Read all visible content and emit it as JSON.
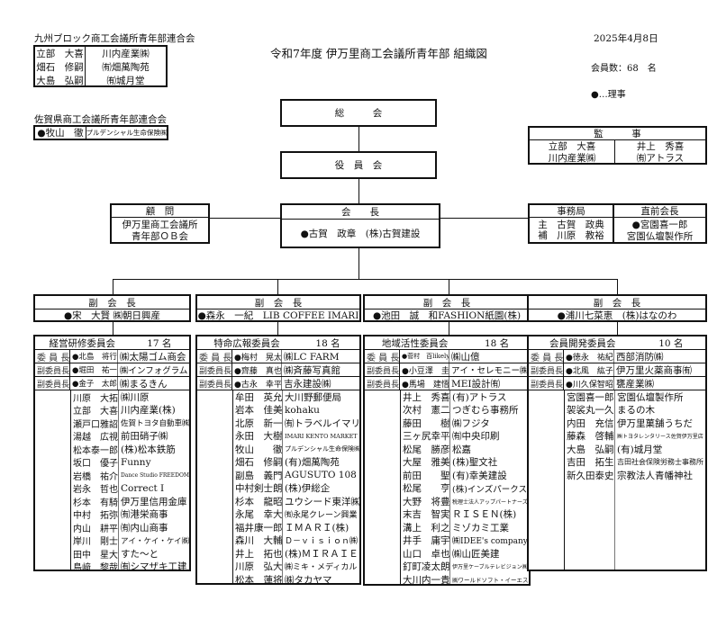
{
  "kyushu": {
    "title": "九州ブロック商工会議所青年部連合会",
    "rows": [
      {
        "name": "立部　大喜",
        "company": "川内産業㈱"
      },
      {
        "name": "畑石　修嗣",
        "company": "㈲畑萬陶苑"
      },
      {
        "name": "大島　弘嗣",
        "company": "㈲城月堂"
      }
    ]
  },
  "saga": {
    "title": "佐賀県商工会議所青年部連合会",
    "name": "●牧山　徹",
    "company": "プルデンシャル生命保険㈱"
  },
  "header": {
    "title": "令和7年度  伊万里商工会議所青年部  組織図",
    "date": "2025年4月8日",
    "member_count": "会員数：68　名",
    "legend": "●…理事"
  },
  "general_assembly": "総　　　会",
  "board": "役　員　会",
  "auditors": {
    "title": "監　　　事",
    "members": [
      {
        "name": "立部　大喜",
        "company": "川内産業㈱"
      },
      {
        "name": "井上　秀喜",
        "company": "㈲アトラス"
      }
    ]
  },
  "advisor": {
    "title": "顧　問",
    "line1": "伊万里商工会議所",
    "line2": "青年部ＯＢ会"
  },
  "president": {
    "title": "会　　長",
    "name": "●古賀　政章　(株)古賀建設"
  },
  "secretariat": {
    "title": "事務局",
    "line1": "主　古賀　政典",
    "line2": "補　川原　教裕"
  },
  "past_president": {
    "title": "直前会長",
    "line1": "●宮園喜一郎",
    "line2": "宮園仏壇製作所"
  },
  "vice_presidents": [
    {
      "title": "副　会　長",
      "name": "●宋　大賢 ㈱朝日興産"
    },
    {
      "title": "副　会　長",
      "name": "●森永　一紀　LIB COFFEE IMARI"
    },
    {
      "title": "副　会　長",
      "name": "●池田　誠　和FASHION紙園(株)"
    },
    {
      "title": "副　会　長",
      "name": "●浦川七菜恵　(株)はなのわ"
    }
  ],
  "committees": [
    {
      "name": "経営研修委員会",
      "count": "17 名",
      "officers": [
        {
          "role": "委 員 長",
          "name": "●北島　将行",
          "company": "㈱太陽ゴム商会"
        },
        {
          "role": "副委員長",
          "name": "●堀田　祐一",
          "company": "㈱インフォグラム"
        },
        {
          "role": "副委員長",
          "name": "●金子　太郎",
          "company": "㈱まるきん"
        }
      ],
      "members": [
        {
          "name": "川原　大拓",
          "company": "㈱川原"
        },
        {
          "name": "立部　大喜",
          "company": "川内産業(株)"
        },
        {
          "name": "瀬戸口雅詔",
          "company": "佐賀トヨタ自動車㈱"
        },
        {
          "name": "湯越　広視",
          "company": "前田硝子㈱"
        },
        {
          "name": "松本泰一郎",
          "company": "(株)松本鉄筋"
        },
        {
          "name": "坂口　優子",
          "company": "Funny"
        },
        {
          "name": "岩橋　祐介",
          "company": "Dance Studio FREEDOM"
        },
        {
          "name": "岩永　哲也",
          "company": "Correct I"
        },
        {
          "name": "杉本　有騎",
          "company": "伊万里信用金庫"
        },
        {
          "name": "中村　拓弥",
          "company": "㈲港栄商事"
        },
        {
          "name": "内山　耕平",
          "company": "㈲内山商事"
        },
        {
          "name": "岸川　剛士",
          "company": "アイ・ケイ・ケイ㈱"
        },
        {
          "name": "田中　星大",
          "company": "すた～と"
        },
        {
          "name": "島﨑　黎哉",
          "company": "㈲シマザキ工建"
        }
      ]
    },
    {
      "name": "特命広報委員会",
      "count": "18 名",
      "officers": [
        {
          "role": "委 員 長",
          "name": "●梅村　晃太",
          "company": "㈱LC FARM"
        },
        {
          "role": "副委員長",
          "name": "●齊藤　真也",
          "company": "㈱斉藤写真館"
        },
        {
          "role": "副委員長",
          "name": "●古永　幸平",
          "company": "吉永建設㈱"
        }
      ],
      "members": [
        {
          "name": "牟田　英允",
          "company": "大川野郵便局"
        },
        {
          "name": "岩本　佳美",
          "company": "kohaku"
        },
        {
          "name": "北原　新一",
          "company": "㈲トラベルイマリ"
        },
        {
          "name": "永田　大樹",
          "company": "IMARI KENTO MARKET"
        },
        {
          "name": "牧山　　徹",
          "company": "プルデンシャル生命保険㈱"
        },
        {
          "name": "畑石　修嗣",
          "company": "(有)畑萬陶苑"
        },
        {
          "name": "副島　義門",
          "company": "AGUSUTO 108"
        },
        {
          "name": "中村剣士朗",
          "company": "(株)伊総企"
        },
        {
          "name": "杉本　龍昭",
          "company": "ユウシード東洋㈱"
        },
        {
          "name": "永尾　幸大",
          "company": "㈲永尾クレーン興業"
        },
        {
          "name": "福井康一郎",
          "company": "ＩＭＡＲＩ(株)"
        },
        {
          "name": "森川　大輔",
          "company": "Ｄ－ｖｉｓｉｏｎ㈱"
        },
        {
          "name": "井上　拓也",
          "company": "(株)ＭＩＲＡＩＥ"
        },
        {
          "name": "川原　弘大",
          "company": "㈱ミキ・メディカル"
        },
        {
          "name": "松本　蓮将",
          "company": "㈱タカヤマ"
        }
      ]
    },
    {
      "name": "地域活性委員会",
      "count": "18 名",
      "officers": [
        {
          "role": "委 員 長",
          "name": "●菅村　百likely",
          "company": "㈱山億"
        },
        {
          "role": "副委員長",
          "name": "●小豆澤　圭",
          "company": "アイ・セレモニー㈱"
        },
        {
          "role": "副委員長",
          "name": "●馬場　建悟",
          "company": "MEI設計㈲"
        }
      ],
      "members": [
        {
          "name": "井上　秀喜",
          "company": "(有)アトラス"
        },
        {
          "name": "次村　憲二",
          "company": "つぎむら事務所"
        },
        {
          "name": "藤田　　樹",
          "company": "㈱フジタ"
        },
        {
          "name": "三ヶ尻幸平",
          "company": "㈲中央印刷"
        },
        {
          "name": "松尾　勝彦",
          "company": "松嘉"
        },
        {
          "name": "大屋　雅美",
          "company": "(株)聖文社"
        },
        {
          "name": "前田　　聖",
          "company": "(有)幸美建設"
        },
        {
          "name": "松尾　　亨",
          "company": "(株)インズパークス"
        },
        {
          "name": "大野　将豊",
          "company": "税理士法人アップパートナーズ"
        },
        {
          "name": "末吉　智実",
          "company": "ＲＩＳＥＮ(株)"
        },
        {
          "name": "溝上　利之",
          "company": "ミゾカミ工業"
        },
        {
          "name": "井手　庸宇",
          "company": "㈱IDEE's company"
        },
        {
          "name": "山口　卓也",
          "company": "㈱山匠美建"
        },
        {
          "name": "釘町凌太朗",
          "company": "伊万里ケーブルテレビジョン㈱"
        },
        {
          "name": "大川内一貴",
          "company": "㈱ワールドソフト・イーエス"
        }
      ]
    },
    {
      "name": "会員開発委員会",
      "count": "10 名",
      "officers": [
        {
          "role": "委 員 長",
          "name": "●徳永　祐紀",
          "company": "西部消防㈱"
        },
        {
          "role": "副委員長",
          "name": "●北風　紘子",
          "company": "伊万里火薬商事㈲"
        },
        {
          "role": "副委員長",
          "name": "●川久保智昭",
          "company": "甕産業㈱"
        }
      ],
      "members": [
        {
          "name": "宮園喜一郎",
          "company": "宮園仏壇製作所"
        },
        {
          "name": "袈裟丸一久",
          "company": "まるの木"
        },
        {
          "name": "内田　充信",
          "company": "伊万里菓舗うちだ"
        },
        {
          "name": "藤森　啓輔",
          "company": "㈱トヨタレンタリース佐賀伊万里店"
        },
        {
          "name": "大島　弘嗣",
          "company": "(有)城月堂"
        },
        {
          "name": "吉田　拓生",
          "company": "吉田社会保険労務士事務所"
        },
        {
          "name": "新久田泰史",
          "company": "宗教法人青幡神社"
        }
      ]
    }
  ]
}
